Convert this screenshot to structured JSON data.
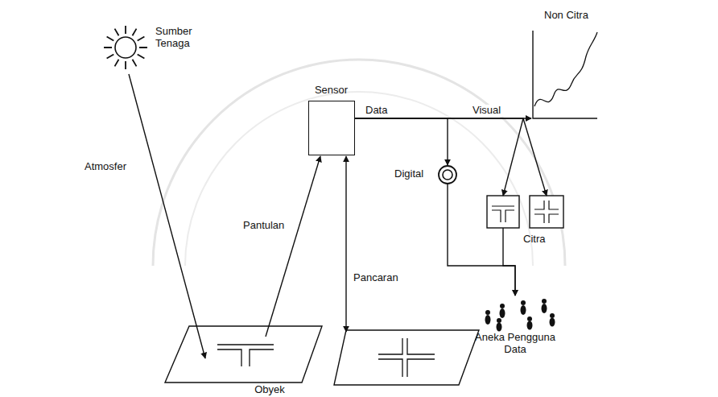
{
  "diagram": {
    "nodes": [
      {
        "text": [
          "Sumber Tenaga"
        ]
      },
      {
        "text": [
          "Sensor"
        ]
      },
      {
        "text": [
          "Obyek"
        ]
      },
      {
        "text": [
          "Digital"
        ]
      },
      {
        "text": [
          "Non Citra"
        ]
      },
      {
        "text": [
          "Citra"
        ]
      },
      {
        "text": [
          "Aneka Pengguna Data"
        ]
      }
    ],
    "edges": [
      {
        "from": 0,
        "to": 2,
        "arrow": "to"
      },
      {
        "from": 2,
        "to": 1,
        "label": "Pantulan",
        "arrow": "to"
      },
      {
        "from": 2,
        "to": 1,
        "label": "Pancaran",
        "arrow": "both"
      },
      {
        "from": 1,
        "to": 3,
        "label": "Data",
        "arrow": "to"
      },
      {
        "from": 1,
        "to": 4,
        "label": "Visual",
        "arrow": "to"
      },
      {
        "from": 1,
        "to": 5,
        "arrow": "to"
      },
      {
        "from": 3,
        "to": 6,
        "arrow": "to"
      },
      {
        "from": 5,
        "to": 6,
        "arrow": "to"
      }
    ],
    "labels": [
      "Atmosfer"
    ]
  }
}
